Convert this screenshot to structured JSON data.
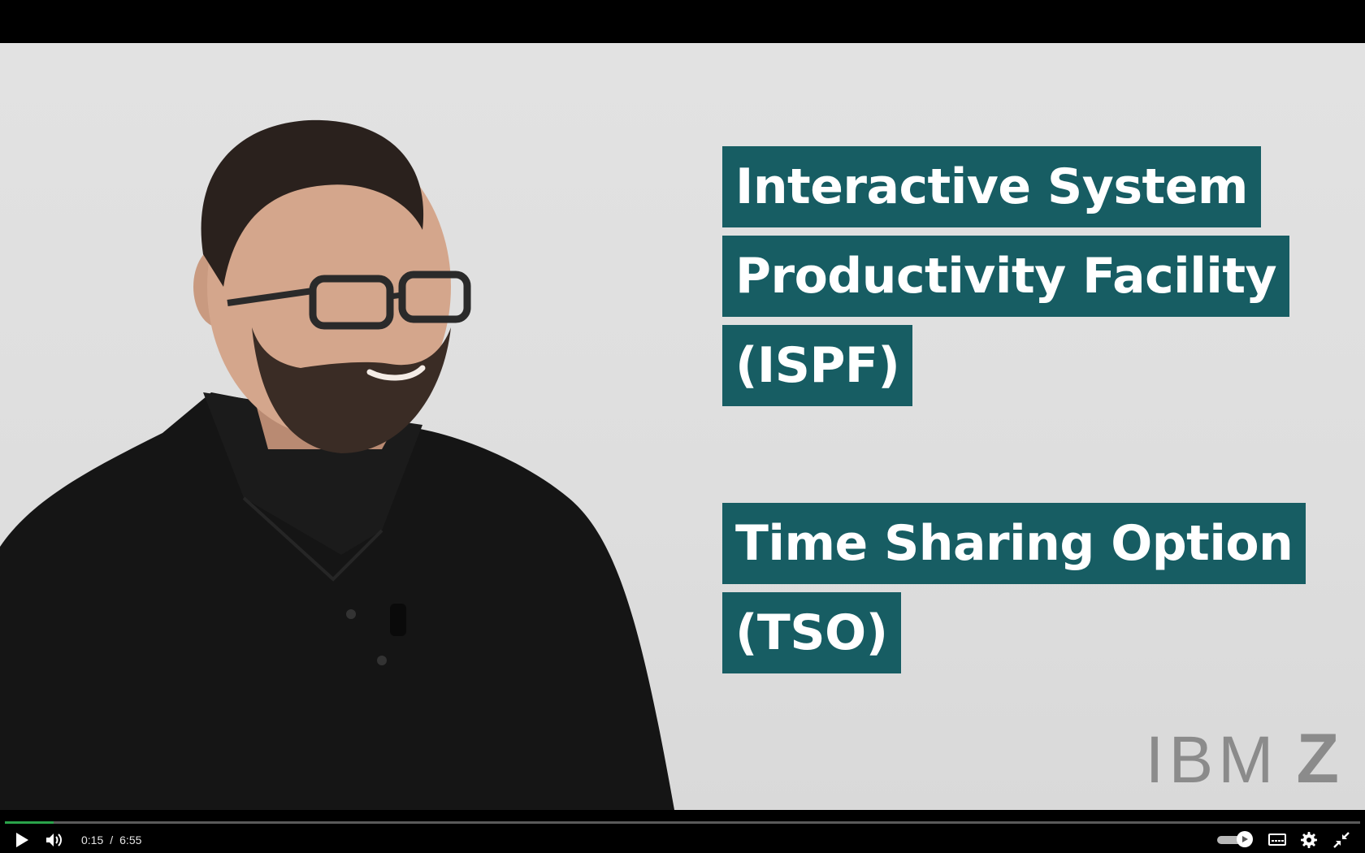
{
  "video": {
    "captions_group_1": [
      "Interactive System",
      "Productivity Facility",
      "(ISPF)"
    ],
    "captions_group_2": [
      "Time Sharing Option",
      "(TSO)"
    ],
    "logo": {
      "ibm": "IBM",
      "z": "Z"
    },
    "caption_bg_color": "#175d63"
  },
  "controls": {
    "current_time": "0:15",
    "separator": "/",
    "duration": "6:55",
    "progress_fraction": 0.036,
    "progress_color": "#2aa34a",
    "icons": {
      "play": "play-icon",
      "volume": "volume-icon",
      "autoplay": "autoplay-toggle",
      "subtitles": "subtitles-icon",
      "settings": "gear-icon",
      "exit_fullscreen": "exit-fullscreen-icon"
    }
  }
}
